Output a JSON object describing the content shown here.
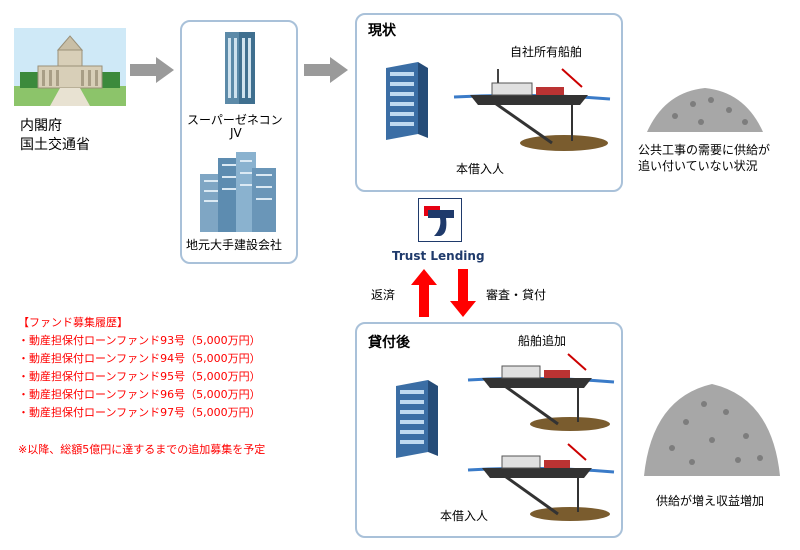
{
  "government": {
    "line1": "内閣府",
    "line2": "国土交通省"
  },
  "contractors": {
    "supergenecon_line1": "スーパーゼネコン",
    "supergenecon_line2": "JV",
    "local": "地元大手建設会社"
  },
  "current": {
    "title": "現状",
    "own_ship_label": "自社所有船舶",
    "loan_label": "本借入人",
    "shortage_line1": "公共工事の需要に供給が",
    "shortage_line2": "追い付いていない状況"
  },
  "lender": {
    "name": "Trust Lending",
    "repay": "返済",
    "review": "審査・貸付"
  },
  "after": {
    "title": "貸付後",
    "ship_added_label": "船舶追加",
    "loan_label": "本借入人",
    "result": "供給が増え収益増加"
  },
  "fund_history": {
    "heading": "【ファンド募集履歴】",
    "items": [
      "・動産担保付ローンファンド93号（5,000万円）",
      "・動産担保付ローンファンド94号（5,000万円）",
      "・動産担保付ローンファンド95号（5,000万円）",
      "・動産担保付ローンファンド96号（5,000万円）",
      "・動産担保付ローンファンド97号（5,000万円）"
    ],
    "note": "※以降、総額5億円に達するまでの追加募集を予定"
  },
  "colors": {
    "box_border": "#a9c1d9",
    "accent_red": "#ff0000",
    "lender_blue": "#1f3a6b",
    "arrow_gray": "#9a9a9a"
  }
}
